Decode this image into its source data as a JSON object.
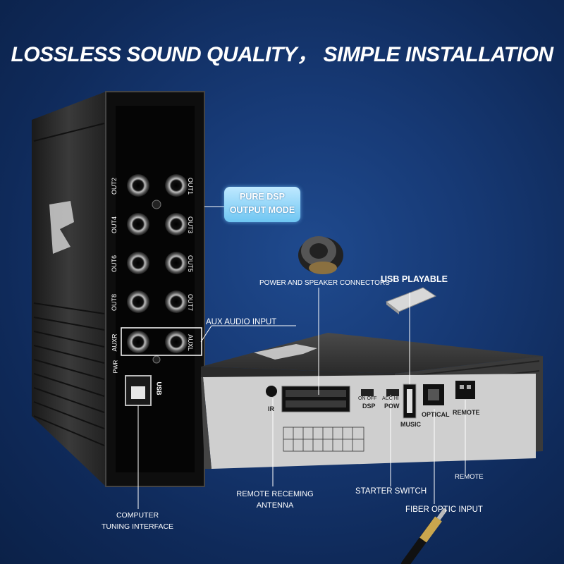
{
  "headline": "LOSSLESS SOUND QUALITY， SIMPLE INSTALLATION",
  "callouts": {
    "pure_dsp_line1": "PURE DSP",
    "pure_dsp_line2": "OUTPUT MODE",
    "power_speaker": "POWER AND SPEAKER CONNECTORS",
    "usb_playable": "USB PLAYABLE",
    "aux_audio_input": "AUX AUDIO INPUT",
    "remote": "REMOTE",
    "remote_receiving_line1": "REMOTE RECEMING",
    "remote_receiving_line2": "ANTENNA",
    "starter_switch": "STARTER SWITCH",
    "fiber_optic_input": "FIBER OPTIC INPUT",
    "computer_line1": "COMPUTER",
    "computer_line2": "TUNING INTERFACE"
  },
  "left_panel_labels": {
    "out1": "OUT1",
    "out2": "OUT2",
    "out3": "OUT3",
    "out4": "OUT4",
    "out5": "OUT5",
    "out6": "OUT6",
    "out7": "OUT7",
    "out8": "OUT8",
    "auxr": "AUXR",
    "auxl": "AUXL",
    "pwr": "PWR",
    "usb": "USB"
  },
  "right_panel_labels": {
    "ir": "IR",
    "dsp": "DSP",
    "on_off": "ON OFF",
    "acc_hi": "ACC HI",
    "pow": "POW",
    "music": "MUSIC",
    "optical": "OPTICAL",
    "remote": "REMOTE"
  },
  "colors": {
    "background": "#173a76",
    "pill": "#6fc6f2",
    "device": "#2b2b2b"
  }
}
